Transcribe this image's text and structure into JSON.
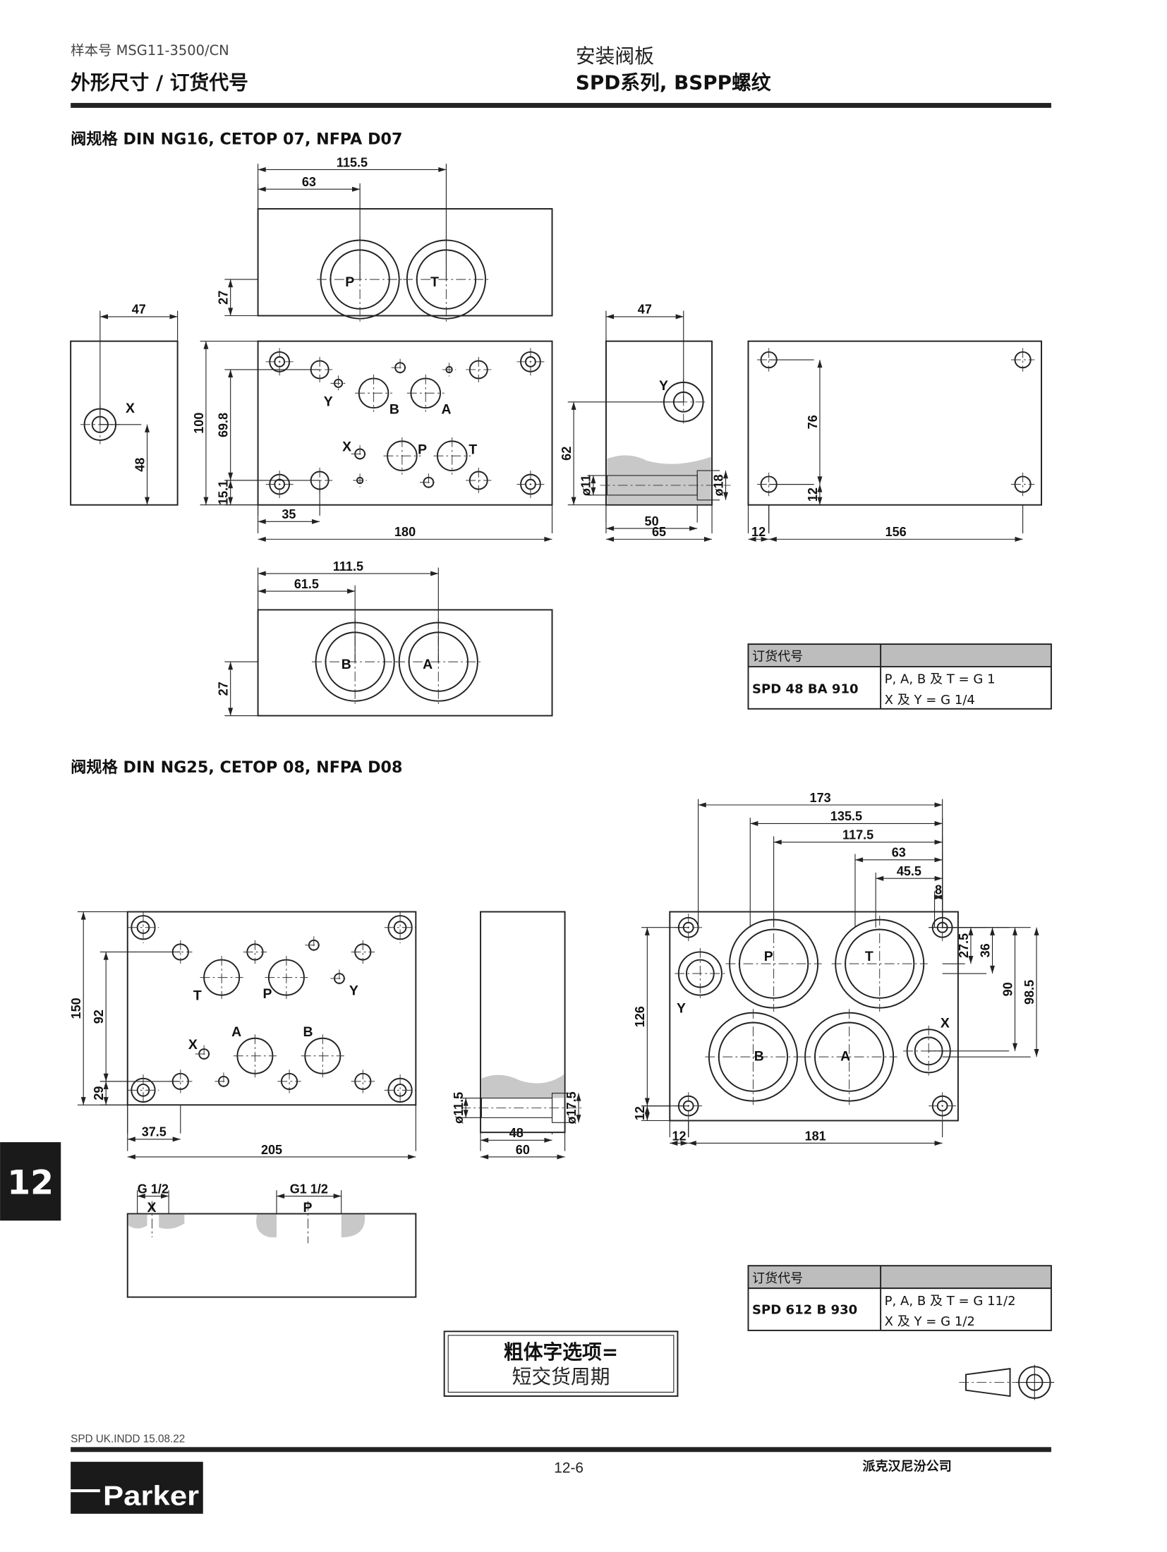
{
  "header": {
    "catalog_no": "样本号  MSG11-3500/CN",
    "left_title": "外形尺寸 / 订货代号",
    "right_subtitle": "安装阀板",
    "right_title": "SPD系列, BSPP螺纹"
  },
  "section1": {
    "title": "阀规格 DIN NG16, CETOP 07, NFPA D07",
    "dims": [
      "115.5",
      "63",
      "27",
      "47",
      "48",
      "100",
      "69.8",
      "15.1",
      "35",
      "180",
      "47",
      "62",
      "ø11",
      "ø18",
      "50",
      "65",
      "76",
      "12",
      "12",
      "156",
      "111.5",
      "61.5",
      "27"
    ],
    "ports": {
      "top_p": "P",
      "top_t": "T",
      "side_x": "X",
      "y": "Y",
      "b": "B",
      "a": "A",
      "x": "X",
      "p": "P",
      "t": "T",
      "side_y": "Y",
      "bot_b": "B",
      "bot_a": "A"
    },
    "order_table": {
      "header": "订货代号",
      "code": "SPD 48 BA 910",
      "line1": "P, A, B 及 T = G 1",
      "line2": "X 及 Y = G 1/4"
    }
  },
  "section2": {
    "title": "阀规格 DIN NG25, CETOP 08, NFPA D08",
    "dims": [
      "150",
      "92",
      "29",
      "37.5",
      "205",
      "ø11.5",
      "ø17.5",
      "48",
      "60",
      "G 1/2",
      "G1 1/2",
      "173",
      "135.5",
      "117.5",
      "63",
      "45.5",
      "8",
      "27.5",
      "36",
      "90",
      "98.5",
      "126",
      "12",
      "12",
      "181"
    ],
    "ports": {
      "t": "T",
      "p": "P",
      "y": "Y",
      "x": "X",
      "a": "A",
      "b": "B",
      "sec_x": "X",
      "sec_p": "P",
      "r_p": "P",
      "r_t": "T",
      "r_y": "Y",
      "r_b": "B",
      "r_a": "A",
      "r_x": "X"
    },
    "order_table": {
      "header": "订货代号",
      "code": "SPD 612 B 930",
      "line1": "P, A, B 及 T = G 11/2",
      "line2": "X 及 Y = G 1/2"
    }
  },
  "note_box": {
    "line1": "粗体字选项=",
    "line2": "短交货周期"
  },
  "side_tab": "12",
  "footer": {
    "file_info": "SPD UK.INDD 15.08.22",
    "page": "12-6",
    "company": "派克汉尼汾公司",
    "logo": "Parker"
  }
}
